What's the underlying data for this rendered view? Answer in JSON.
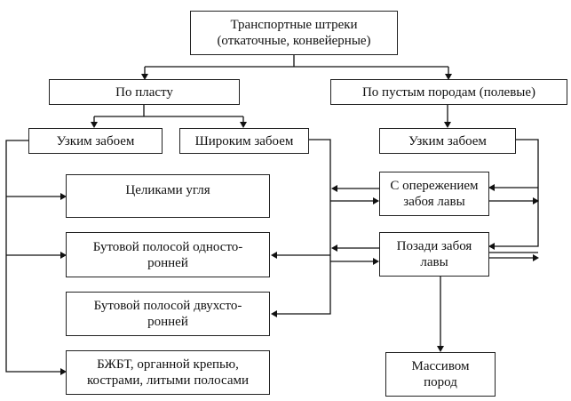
{
  "diagram": {
    "title": "Транспортные штреки (откаточные, конвейерные)",
    "nodes": {
      "root": {
        "line1": "Транспортные штреки",
        "line2": "(откаточные, конвейерные)"
      },
      "seam": {
        "line1": "По пласту"
      },
      "rock": {
        "line1": "По пустым породам (полевые)"
      },
      "narrow_seam": {
        "line1": "Узким забоем"
      },
      "wide_seam": {
        "line1": "Широким забоем"
      },
      "narrow_rock": {
        "line1": "Узким забоем"
      },
      "pillars": {
        "line1": "Целиками угля"
      },
      "pack_one": {
        "line1": "Бутовой полосой односто-",
        "line2": "ронней"
      },
      "pack_two": {
        "line1": "Бутовой полосой двухсто-",
        "line2": "ронней"
      },
      "concrete": {
        "line1": "БЖБТ, органной крепью,",
        "line2": "кострами, литыми полосами"
      },
      "ahead": {
        "line1": "С опережением",
        "line2": "забоя лавы"
      },
      "behind": {
        "line1": "Позади забоя",
        "line2": "лавы"
      },
      "massif": {
        "line1": "Массивом",
        "line2": "пород"
      }
    },
    "edges": [
      [
        "root",
        "seam"
      ],
      [
        "root",
        "rock"
      ],
      [
        "seam",
        "narrow_seam"
      ],
      [
        "seam",
        "wide_seam"
      ],
      [
        "rock",
        "narrow_rock"
      ],
      [
        "narrow_seam",
        "pillars"
      ],
      [
        "narrow_seam",
        "pack_one"
      ],
      [
        "narrow_seam",
        "concrete"
      ],
      [
        "wide_seam",
        "pack_one"
      ],
      [
        "wide_seam",
        "pack_two"
      ],
      [
        "narrow_rock",
        "ahead"
      ],
      [
        "narrow_rock",
        "behind"
      ],
      [
        "ahead",
        "wide_seam"
      ],
      [
        "behind",
        "wide_seam"
      ],
      [
        "behind",
        "massif"
      ]
    ]
  }
}
